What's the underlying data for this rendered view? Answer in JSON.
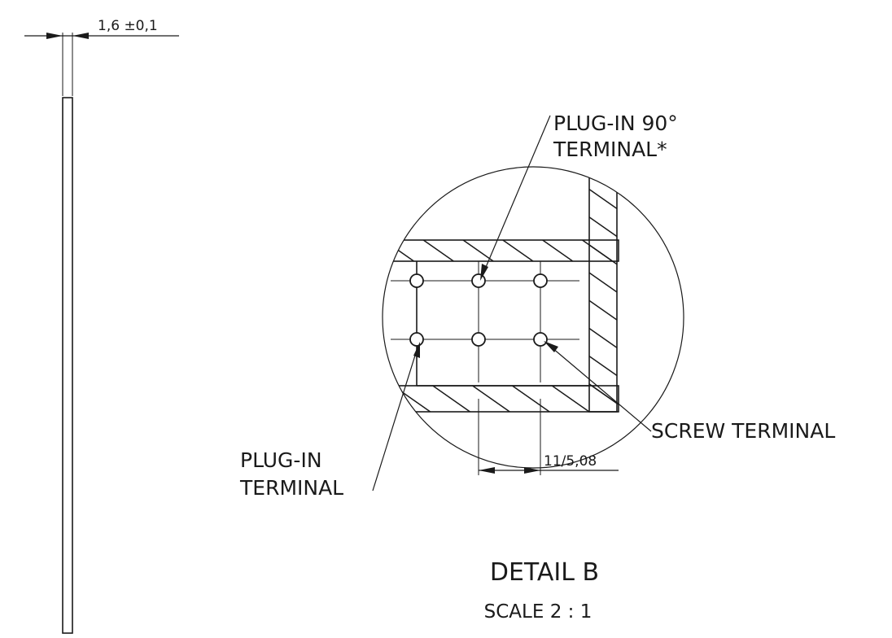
{
  "side_view": {
    "thickness_dim": "1,6 ±0,1"
  },
  "detail": {
    "callout_plug_in_90": [
      "PLUG-IN 90°",
      "TERMINAL*"
    ],
    "callout_screw": "SCREW TERMINAL",
    "callout_plug_in": [
      "PLUG-IN",
      "TERMINAL"
    ],
    "pitch_dim": "11/5,08",
    "title": "DETAIL B",
    "scale": "SCALE 2 : 1"
  },
  "colors": {
    "line": "#1a1a1a",
    "background": "#ffffff"
  }
}
